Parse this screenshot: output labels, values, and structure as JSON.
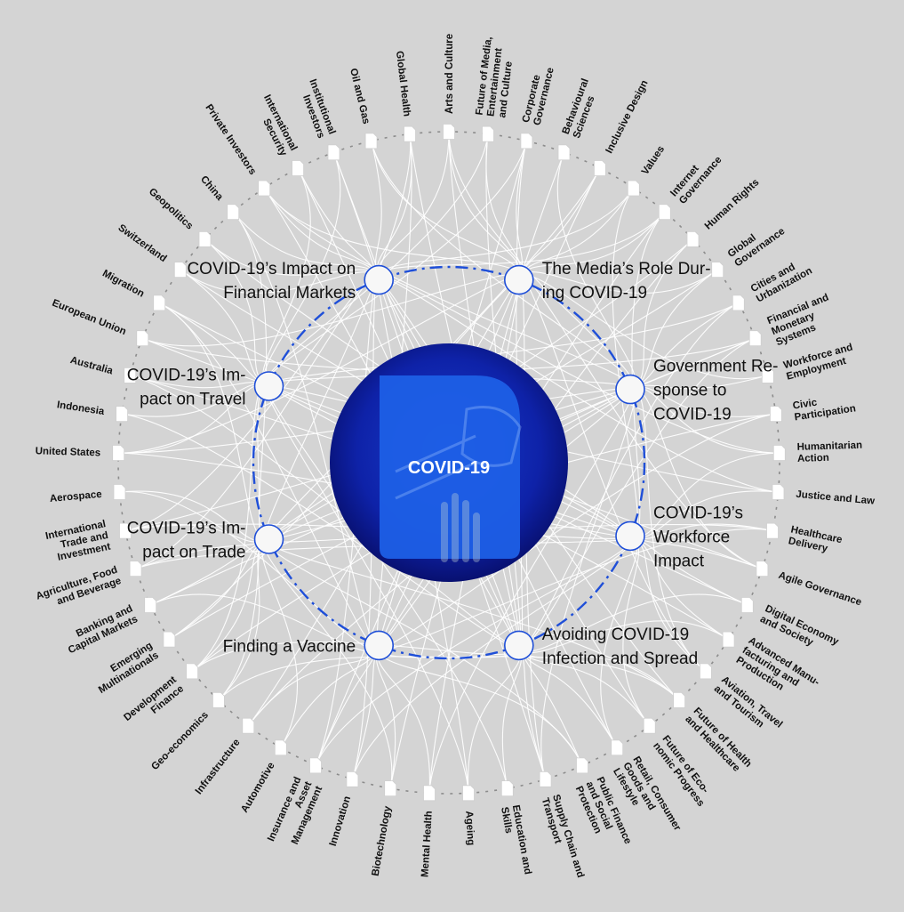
{
  "center": {
    "label": "COVID-19",
    "colors": {
      "outer": "#0a137a",
      "mid": "#1532c2",
      "card": "#1d5fe6"
    },
    "icon": "face-mask-hand-icon"
  },
  "subtopics": [
    {
      "id": "financial-markets",
      "lines": [
        "COVID-19’s Impact on",
        "Financial Markets"
      ]
    },
    {
      "id": "media-role",
      "lines": [
        "The Media’s Role Dur-",
        "ing COVID-19"
      ]
    },
    {
      "id": "government-response",
      "lines": [
        "Government Re-",
        "sponse to",
        "COVID-19"
      ]
    },
    {
      "id": "workforce-impact",
      "lines": [
        "COVID-19’s",
        "Workforce",
        "Impact"
      ]
    },
    {
      "id": "avoiding-infection",
      "lines": [
        "Avoiding COVID-19",
        "Infection and Spread"
      ]
    },
    {
      "id": "finding-vaccine",
      "lines": [
        "Finding a Vaccine"
      ]
    },
    {
      "id": "impact-trade",
      "lines": [
        "COVID-19’s Im-",
        "pact on Trade"
      ]
    },
    {
      "id": "impact-travel",
      "lines": [
        "COVID-19’s Im-",
        "pact on Travel"
      ]
    }
  ],
  "topics": [
    {
      "lines": [
        "Arts and Culture"
      ]
    },
    {
      "lines": [
        "Future of Media,",
        "Entertainment",
        "and Culture"
      ]
    },
    {
      "lines": [
        "Corporate",
        "Governance"
      ]
    },
    {
      "lines": [
        "Behavioural",
        "Sciences"
      ]
    },
    {
      "lines": [
        "Inclusive Design"
      ]
    },
    {
      "lines": [
        "Values"
      ]
    },
    {
      "lines": [
        "Internet",
        "Governance"
      ]
    },
    {
      "lines": [
        "Human Rights"
      ]
    },
    {
      "lines": [
        "Global",
        "Governance"
      ]
    },
    {
      "lines": [
        "Cities and",
        "Urbanization"
      ]
    },
    {
      "lines": [
        "Financial and",
        "Monetary",
        "Systems"
      ]
    },
    {
      "lines": [
        "Workforce and",
        "Employment"
      ]
    },
    {
      "lines": [
        "Civic",
        "Participation"
      ]
    },
    {
      "lines": [
        "Humanitarian",
        "Action"
      ]
    },
    {
      "lines": [
        "Justice and Law"
      ]
    },
    {
      "lines": [
        "Healthcare",
        "Delivery"
      ]
    },
    {
      "lines": [
        "Agile Governance"
      ]
    },
    {
      "lines": [
        "Digital Economy",
        "and Society"
      ]
    },
    {
      "lines": [
        "Advanced Manu-",
        "facturing and",
        "Production"
      ]
    },
    {
      "lines": [
        "Aviation, Travel",
        "and Tourism"
      ]
    },
    {
      "lines": [
        "Future of Health",
        "and Healthcare"
      ]
    },
    {
      "lines": [
        "Future of Eco-",
        "nomic Progress"
      ]
    },
    {
      "lines": [
        "Retail, Consumer",
        "Goods and",
        "Lifestyle"
      ]
    },
    {
      "lines": [
        "Public Finance",
        "and Social",
        "Protection"
      ]
    },
    {
      "lines": [
        "Supply Chain and",
        "Transport"
      ]
    },
    {
      "lines": [
        "Education and",
        "Skills"
      ]
    },
    {
      "lines": [
        "Ageing"
      ]
    },
    {
      "lines": [
        "Mental Health"
      ]
    },
    {
      "lines": [
        "Biotechnology"
      ]
    },
    {
      "lines": [
        "Innovation"
      ]
    },
    {
      "lines": [
        "Insurance and",
        "Asset",
        "Management"
      ]
    },
    {
      "lines": [
        "Automotive"
      ]
    },
    {
      "lines": [
        "Infrastructure"
      ]
    },
    {
      "lines": [
        "Geo-economics"
      ]
    },
    {
      "lines": [
        "Development",
        "Finance"
      ]
    },
    {
      "lines": [
        "Emerging",
        "Multinationals"
      ]
    },
    {
      "lines": [
        "Banking and",
        "Capital Markets"
      ]
    },
    {
      "lines": [
        "Agriculture, Food",
        "and Beverage"
      ]
    },
    {
      "lines": [
        "International",
        "Trade and",
        "Investment"
      ]
    },
    {
      "lines": [
        "Aerospace"
      ]
    },
    {
      "lines": [
        "United States"
      ]
    },
    {
      "lines": [
        "Indonesia"
      ]
    },
    {
      "lines": [
        "Australia"
      ]
    },
    {
      "lines": [
        "European Union"
      ]
    },
    {
      "lines": [
        "Migration"
      ]
    },
    {
      "lines": [
        "Switzerland"
      ]
    },
    {
      "lines": [
        "Geopolitics"
      ]
    },
    {
      "lines": [
        "China"
      ]
    },
    {
      "lines": [
        "Private Investors"
      ]
    },
    {
      "lines": [
        "International",
        "Security"
      ]
    },
    {
      "lines": [
        "Institutional",
        "Investors"
      ]
    },
    {
      "lines": [
        "Oil and Gas"
      ]
    },
    {
      "lines": [
        "Global Health"
      ]
    }
  ],
  "colors": {
    "background": "#d4d4d4",
    "links": "#ffffff",
    "outer_ring": "#8c8c8c",
    "inner_ring": "#1f4fd8",
    "node_fill": "#f7f7f7"
  }
}
